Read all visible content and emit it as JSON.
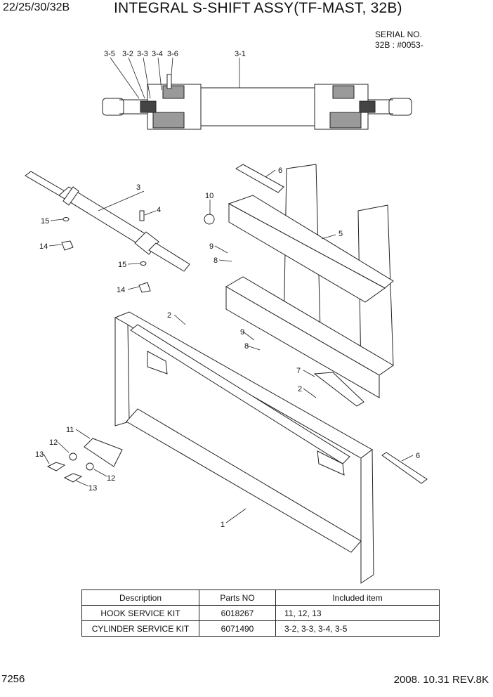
{
  "header": {
    "model": "22/25/30/32B",
    "title": "INTEGRAL S-SHIFT ASSY(TF-MAST, 32B)",
    "serial_label": "SERIAL NO.",
    "serial_value": "32B : #0053-"
  },
  "callouts": {
    "c3_5": "3-5",
    "c3_2": "3-2",
    "c3_3": "3-3",
    "c3_4": "3-4",
    "c3_6": "3-6",
    "c3_1": "3-1",
    "c3": "3",
    "c4": "4",
    "c15a": "15",
    "c14a": "14",
    "c15b": "15",
    "c14b": "14",
    "c6a": "6",
    "c10": "10",
    "c5": "5",
    "c9a": "9",
    "c8a": "8",
    "c2a": "2",
    "c9b": "9",
    "c8b": "8",
    "c7": "7",
    "c2b": "2",
    "c11": "11",
    "c12a": "12",
    "c13a": "13",
    "c12b": "12",
    "c13b": "13",
    "c6b": "6",
    "c1": "1"
  },
  "table": {
    "headers": [
      "Description",
      "Parts NO",
      "Included item"
    ],
    "rows": [
      [
        "HOOK SERVICE KIT",
        "6018267",
        "11, 12, 13"
      ],
      [
        "CYLINDER SERVICE KIT",
        "6071490",
        "3-2, 3-3, 3-4, 3-5"
      ]
    ]
  },
  "footer": {
    "page": "7256",
    "revision": "2008. 10.31  REV.8K"
  }
}
